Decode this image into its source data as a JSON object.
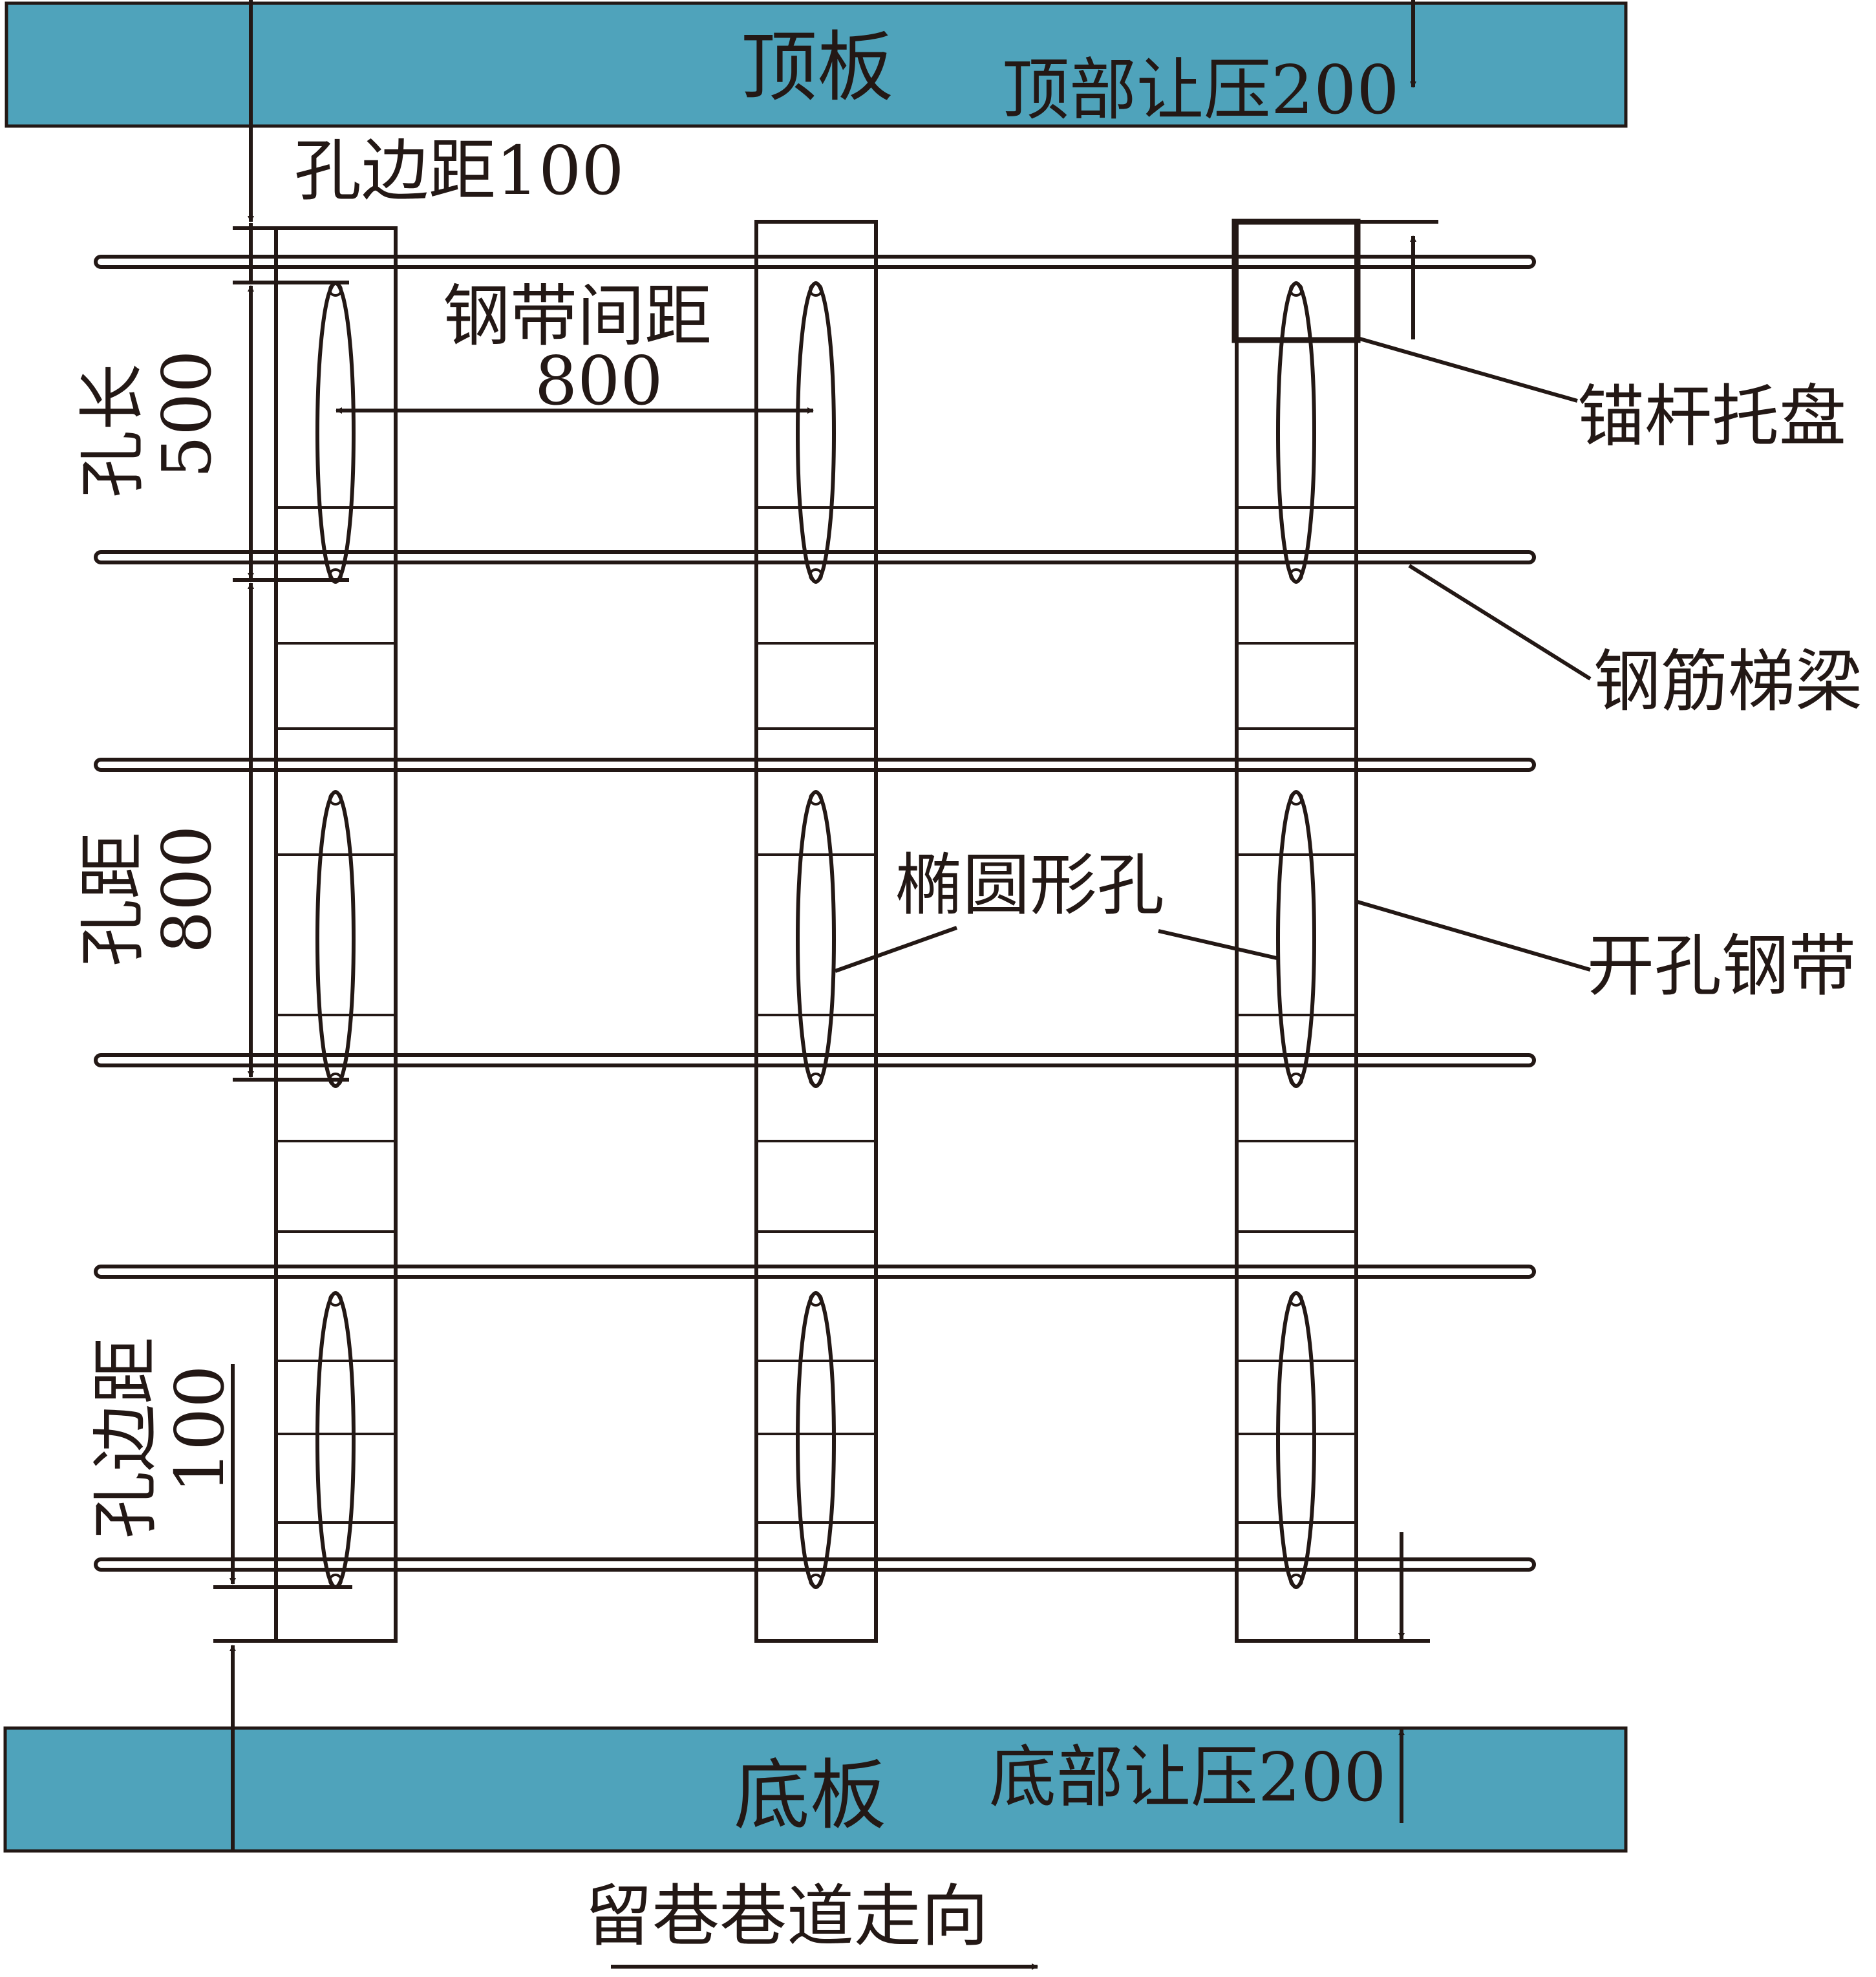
{
  "plates": {
    "top": "顶板",
    "bottom": "底板"
  },
  "dimensions": {
    "top_yield": "顶部让压200",
    "bottom_yield": "底部让压200",
    "hole_edge_top": "孔边距100",
    "hole_edge_bottom_text": "孔边距",
    "hole_edge_bottom_value": "100",
    "band_spacing_text": "钢带间距",
    "band_spacing_value": "800",
    "hole_length_text": "孔长",
    "hole_length_value": "500",
    "hole_spacing_text": "孔距",
    "hole_spacing_value": "800"
  },
  "callouts": {
    "anchor_tray": "锚杆托盘",
    "ladder_beam": "钢筋梯梁",
    "elliptical_hole": "椭圆形孔",
    "slotted_band": "开孔钢带"
  },
  "direction_label": "留巷巷道走向",
  "colors": {
    "plate": "#4fa3bb",
    "ink": "#231815"
  }
}
